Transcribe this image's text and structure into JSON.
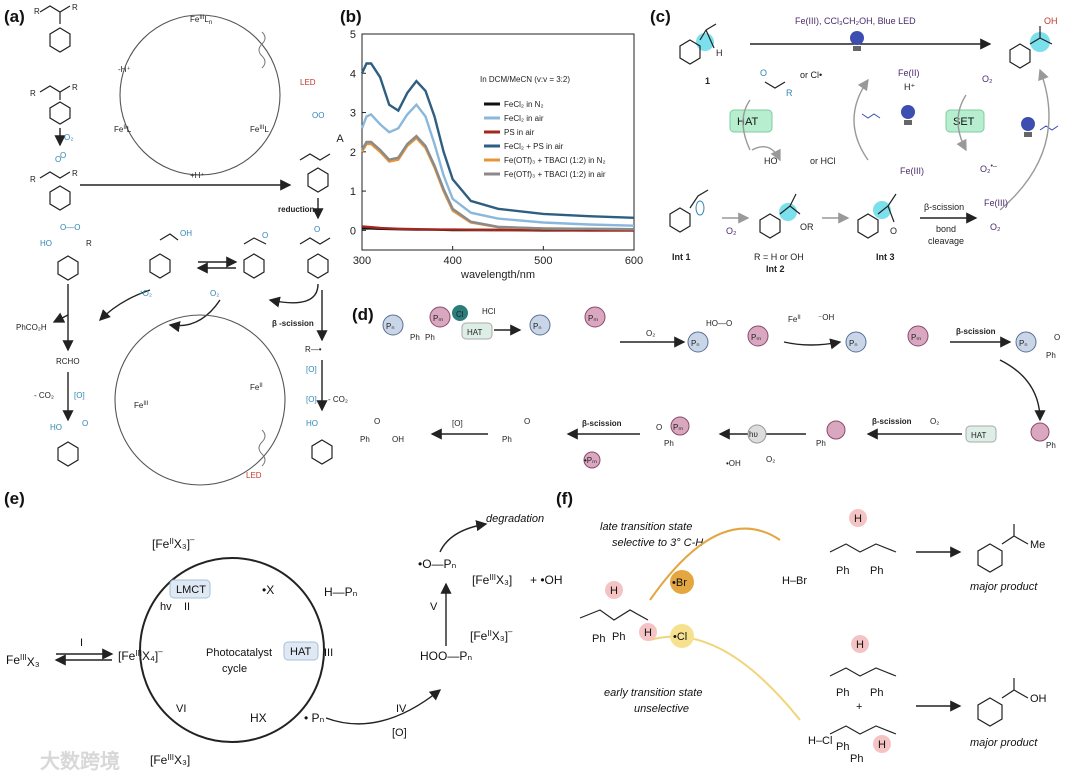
{
  "panels": {
    "a": {
      "label": "(a)",
      "fe3_top": "Fe",
      "fe3_top_sup": "III",
      "fe3_top_ln": "L",
      "fe3_top_n": "n",
      "minus_h": "-H⁺",
      "fe2_ln": "Fe",
      "fe2_ln_sup": "II",
      "fe3_right": "Fe",
      "fe3_right_sup": "III",
      "led_top": "LED",
      "o2": "O₂",
      "plus_h": "+H⁺",
      "reduction": "reduction",
      "phco2h": "PhCO₂H",
      "rcho": "RCHO",
      "minus_co2": "- CO₂",
      "ox": "[O]",
      "o2_singlet": "¹O₂",
      "o2_b": "O₂",
      "beta_scission": "β -scission",
      "ox2": "[O]",
      "ox3": "[O]",
      "minus_co2_b": "- CO₂",
      "fe3_bottom": "Fe",
      "fe3_bottom_sup": "III",
      "fe2_bottom": "Fe",
      "fe2_bottom_sup": "II",
      "led_bottom": "LED",
      "r_dot": "R—•",
      "ho": "HO",
      "oh": "OH",
      "r": "R",
      "o": "O"
    },
    "b": {
      "label": "(b)",
      "solvent": "In DCM/MeCN (v:v = 3:2)",
      "ylabel": "A",
      "xlabel": "wavelength/nm"
    },
    "c": {
      "label": "(c)",
      "conditions": "Fe(III), CCl₃CH₂OH, Blue LED",
      "compound1": "1",
      "or_cl": "or Cl•",
      "hat": "HAT",
      "set": "SET",
      "fe2": "Fe(II)",
      "hplus": "H⁺",
      "o2": "O₂",
      "ho": "HO",
      "or_hcl": "or  HCl",
      "fe3": "Fe(III)",
      "o2_minus": "O₂",
      "o2_minus_sup": "•–",
      "int1": "Int 1",
      "int2": "Int 2",
      "int3": "Int 3",
      "r_eq": "R = H or OH",
      "o2_b": "O₂",
      "beta": "β-scission",
      "bond_cleavage": "bond",
      "bond_cleavage2": "cleavage",
      "fe3_b": "Fe(III)",
      "o2_c": "O₂",
      "or_label": "OR",
      "r": "R",
      "oh": "OH"
    },
    "d": {
      "label": "(d)",
      "pn": "Pₙ",
      "pm": "Pₘ",
      "ph": "Ph",
      "h": "H",
      "hcl": "HCl",
      "cl": "Cl",
      "hat": "HAT",
      "o2": "O₂",
      "hoo": "HO—O",
      "fe2": "Fe",
      "fe2_sup": "II",
      "minus_oh": "⁻OH",
      "beta1": "β-scission",
      "beta2": "β-scission",
      "beta3": "β-scission",
      "o2_b": "O₂",
      "hat2": "HAT",
      "hv": "hυ",
      "oh_dot": "•OH",
      "o2_c": "O₂",
      "pm_dot": "•Pₘ",
      "ox": "[O]",
      "benzoic": "OH",
      "o": "O"
    },
    "e": {
      "label": "(e)",
      "fe3x3": "Fe",
      "fe3x3_sup": "III",
      "fe3x3_sub": "X₃",
      "step1": "I",
      "fe3x4": "[Fe",
      "fe3x4_sup": "III",
      "fe3x4_sub": "X₄]",
      "fe3x4_charge": "–",
      "fe2x3_top": "[Fe",
      "fe2x3_top_sup": "II",
      "fe2x3_top_sub": "X₃]",
      "fe2x3_top_charge": "–",
      "lmct": "LMCT",
      "hv": "hv",
      "step2": "II",
      "x_dot": "•X",
      "hpn": "H—Pₙ",
      "hat": "HAT",
      "step3": "III",
      "photocat": "Photocatalyst",
      "cycle": "cycle",
      "step6": "VI",
      "hx": "HX",
      "pn_dot": "• Pₙ",
      "step4": "IV",
      "ox": "[O]",
      "hoo_pn": "HOO—Pₙ",
      "step5": "V",
      "fe2x3_v": "[Fe",
      "fe2x3_v_sup": "II",
      "fe2x3_v_sub": "X₃]",
      "fe2x3_v_charge": "–",
      "fe3x3_v": "[Fe",
      "fe3x3_v_sup": "III",
      "fe3x3_v_sub": "X₃]",
      "plus_oh": "+ •OH",
      "o_pn": "•O—Pₙ",
      "degradation": "degradation",
      "fe3x3_bottom": "[Fe",
      "fe3x3_bottom_sup": "III",
      "fe3x3_bottom_sub": "X₃]"
    },
    "f": {
      "label": "(f)",
      "late1": "late transition state",
      "late2": "selective to 3° C-H",
      "br": "•Br",
      "cl": "•Cl",
      "hbr": "H–Br",
      "hcl": "H–Cl",
      "early1": "early transition state",
      "early2": "unselective",
      "major1": "major product",
      "major2": "major product",
      "me": "Me",
      "oh": "OH",
      "ph": "Ph",
      "h": "H",
      "plus": "+"
    }
  },
  "chart_data": {
    "type": "line",
    "title": "",
    "xlabel": "wavelength/nm",
    "ylabel": "A",
    "xlim": [
      300,
      600
    ],
    "ylim": [
      -0.5,
      5
    ],
    "xticks": [
      300,
      400,
      500,
      600
    ],
    "yticks": [
      0,
      1,
      2,
      3,
      4,
      5
    ],
    "legend_title": "In DCM/MeCN (v:v = 3:2)",
    "legend_position": "right",
    "series": [
      {
        "name": "FeCl₂ in N₂",
        "color": "#111111",
        "x": [
          300,
          310,
          320,
          340,
          360,
          380,
          400,
          450,
          500,
          550,
          600
        ],
        "y": [
          0.05,
          0.05,
          0.04,
          0.03,
          0.02,
          0.02,
          0.01,
          0.01,
          0.0,
          0.0,
          0.0
        ]
      },
      {
        "name": "FeCl₂ in air",
        "color": "#8ab8dd",
        "x": [
          300,
          305,
          310,
          320,
          330,
          340,
          350,
          360,
          370,
          380,
          390,
          400,
          420,
          450,
          500,
          550,
          600
        ],
        "y": [
          2.6,
          2.9,
          2.95,
          2.7,
          2.5,
          2.6,
          2.95,
          3.2,
          2.9,
          2.2,
          1.4,
          0.8,
          0.45,
          0.3,
          0.2,
          0.15,
          0.12
        ]
      },
      {
        "name": "PS in air",
        "color": "#a0281e",
        "x": [
          300,
          310,
          320,
          340,
          360,
          380,
          400,
          450,
          500,
          550,
          600
        ],
        "y": [
          0.1,
          0.08,
          0.06,
          0.04,
          0.03,
          0.02,
          0.02,
          0.01,
          0.01,
          0.0,
          0.0
        ]
      },
      {
        "name": "FeCl₂ + PS in air",
        "color": "#2e5f82",
        "x": [
          300,
          305,
          310,
          320,
          330,
          340,
          350,
          360,
          370,
          380,
          390,
          400,
          420,
          450,
          500,
          550,
          600
        ],
        "y": [
          4.0,
          4.25,
          4.25,
          3.9,
          3.2,
          3.05,
          3.5,
          3.8,
          3.55,
          2.9,
          2.0,
          1.3,
          0.75,
          0.55,
          0.42,
          0.36,
          0.32
        ]
      },
      {
        "name": "Fe(OTf)₃ + TBACl (1:2) in N₂",
        "color": "#e8953a",
        "x": [
          300,
          305,
          310,
          320,
          330,
          340,
          350,
          360,
          370,
          380,
          390,
          400,
          420,
          450,
          500,
          550,
          600
        ],
        "y": [
          2.0,
          2.2,
          2.2,
          2.0,
          1.75,
          1.8,
          2.15,
          2.35,
          2.1,
          1.6,
          1.0,
          0.5,
          0.2,
          0.08,
          0.05,
          0.04,
          0.03
        ]
      },
      {
        "name": "Fe(OTf)₃ + TBACl (1:2) in air",
        "color": "#8a8a8a",
        "x": [
          300,
          305,
          310,
          320,
          330,
          340,
          350,
          360,
          370,
          380,
          390,
          400,
          420,
          450,
          500,
          550,
          600
        ],
        "y": [
          2.05,
          2.25,
          2.25,
          2.05,
          1.8,
          1.85,
          2.2,
          2.4,
          2.15,
          1.65,
          1.05,
          0.55,
          0.22,
          0.09,
          0.05,
          0.04,
          0.03
        ]
      }
    ]
  },
  "watermark": "大数跨境"
}
